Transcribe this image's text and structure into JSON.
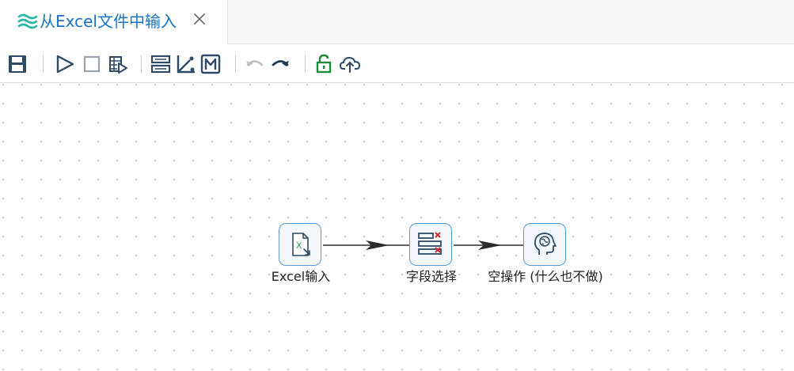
{
  "tab": {
    "title": "从Excel文件中输入",
    "logo_icon": "layers-waves-icon",
    "close_icon": "close-icon",
    "accent_color": "#1a73c8"
  },
  "toolbar": {
    "buttons": [
      {
        "icon": "save-icon"
      },
      {
        "icon": "run-icon"
      },
      {
        "icon": "stop-icon"
      },
      {
        "icon": "preview-run-icon"
      },
      {
        "icon": "check-transformation-icon"
      },
      {
        "icon": "impact-analysis-icon"
      },
      {
        "icon": "metadata-icon"
      },
      {
        "icon": "undo-icon"
      },
      {
        "icon": "redo-icon"
      },
      {
        "icon": "unlock-icon"
      },
      {
        "icon": "upload-cloud-icon"
      }
    ]
  },
  "canvas": {
    "nodes": [
      {
        "id": "excel-input",
        "label": "Excel输入",
        "icon": "excel-file-icon"
      },
      {
        "id": "select-fields",
        "label": "字段选择",
        "icon": "field-select-icon"
      },
      {
        "id": "dummy",
        "label": "空操作 (什么也不做)",
        "icon": "head-brain-icon"
      }
    ],
    "hops": [
      {
        "from": "excel-input",
        "to": "select-fields"
      },
      {
        "from": "select-fields",
        "to": "dummy"
      }
    ]
  }
}
